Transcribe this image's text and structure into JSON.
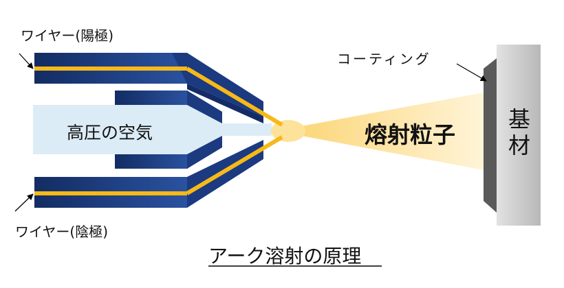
{
  "labels": {
    "wire_anode": "ワイヤー(陽極)",
    "wire_cathode": "ワイヤー(陰極)",
    "compressed_air": "高圧の空気",
    "sprayed_particles": "熔射粒子",
    "coating": "コーティング",
    "substrate": "基材",
    "caption": "アーク溶射の原理"
  },
  "colors": {
    "nozzle_blue": "#1f3f86",
    "nozzle_dark": "#142c66",
    "wire_yellow": "#f7b918",
    "air_blue": "#dcecf7",
    "spray_yellow": "#fde39a",
    "coating_gray": "#5a5a5a",
    "substrate_gray": "#cfcfcf"
  }
}
